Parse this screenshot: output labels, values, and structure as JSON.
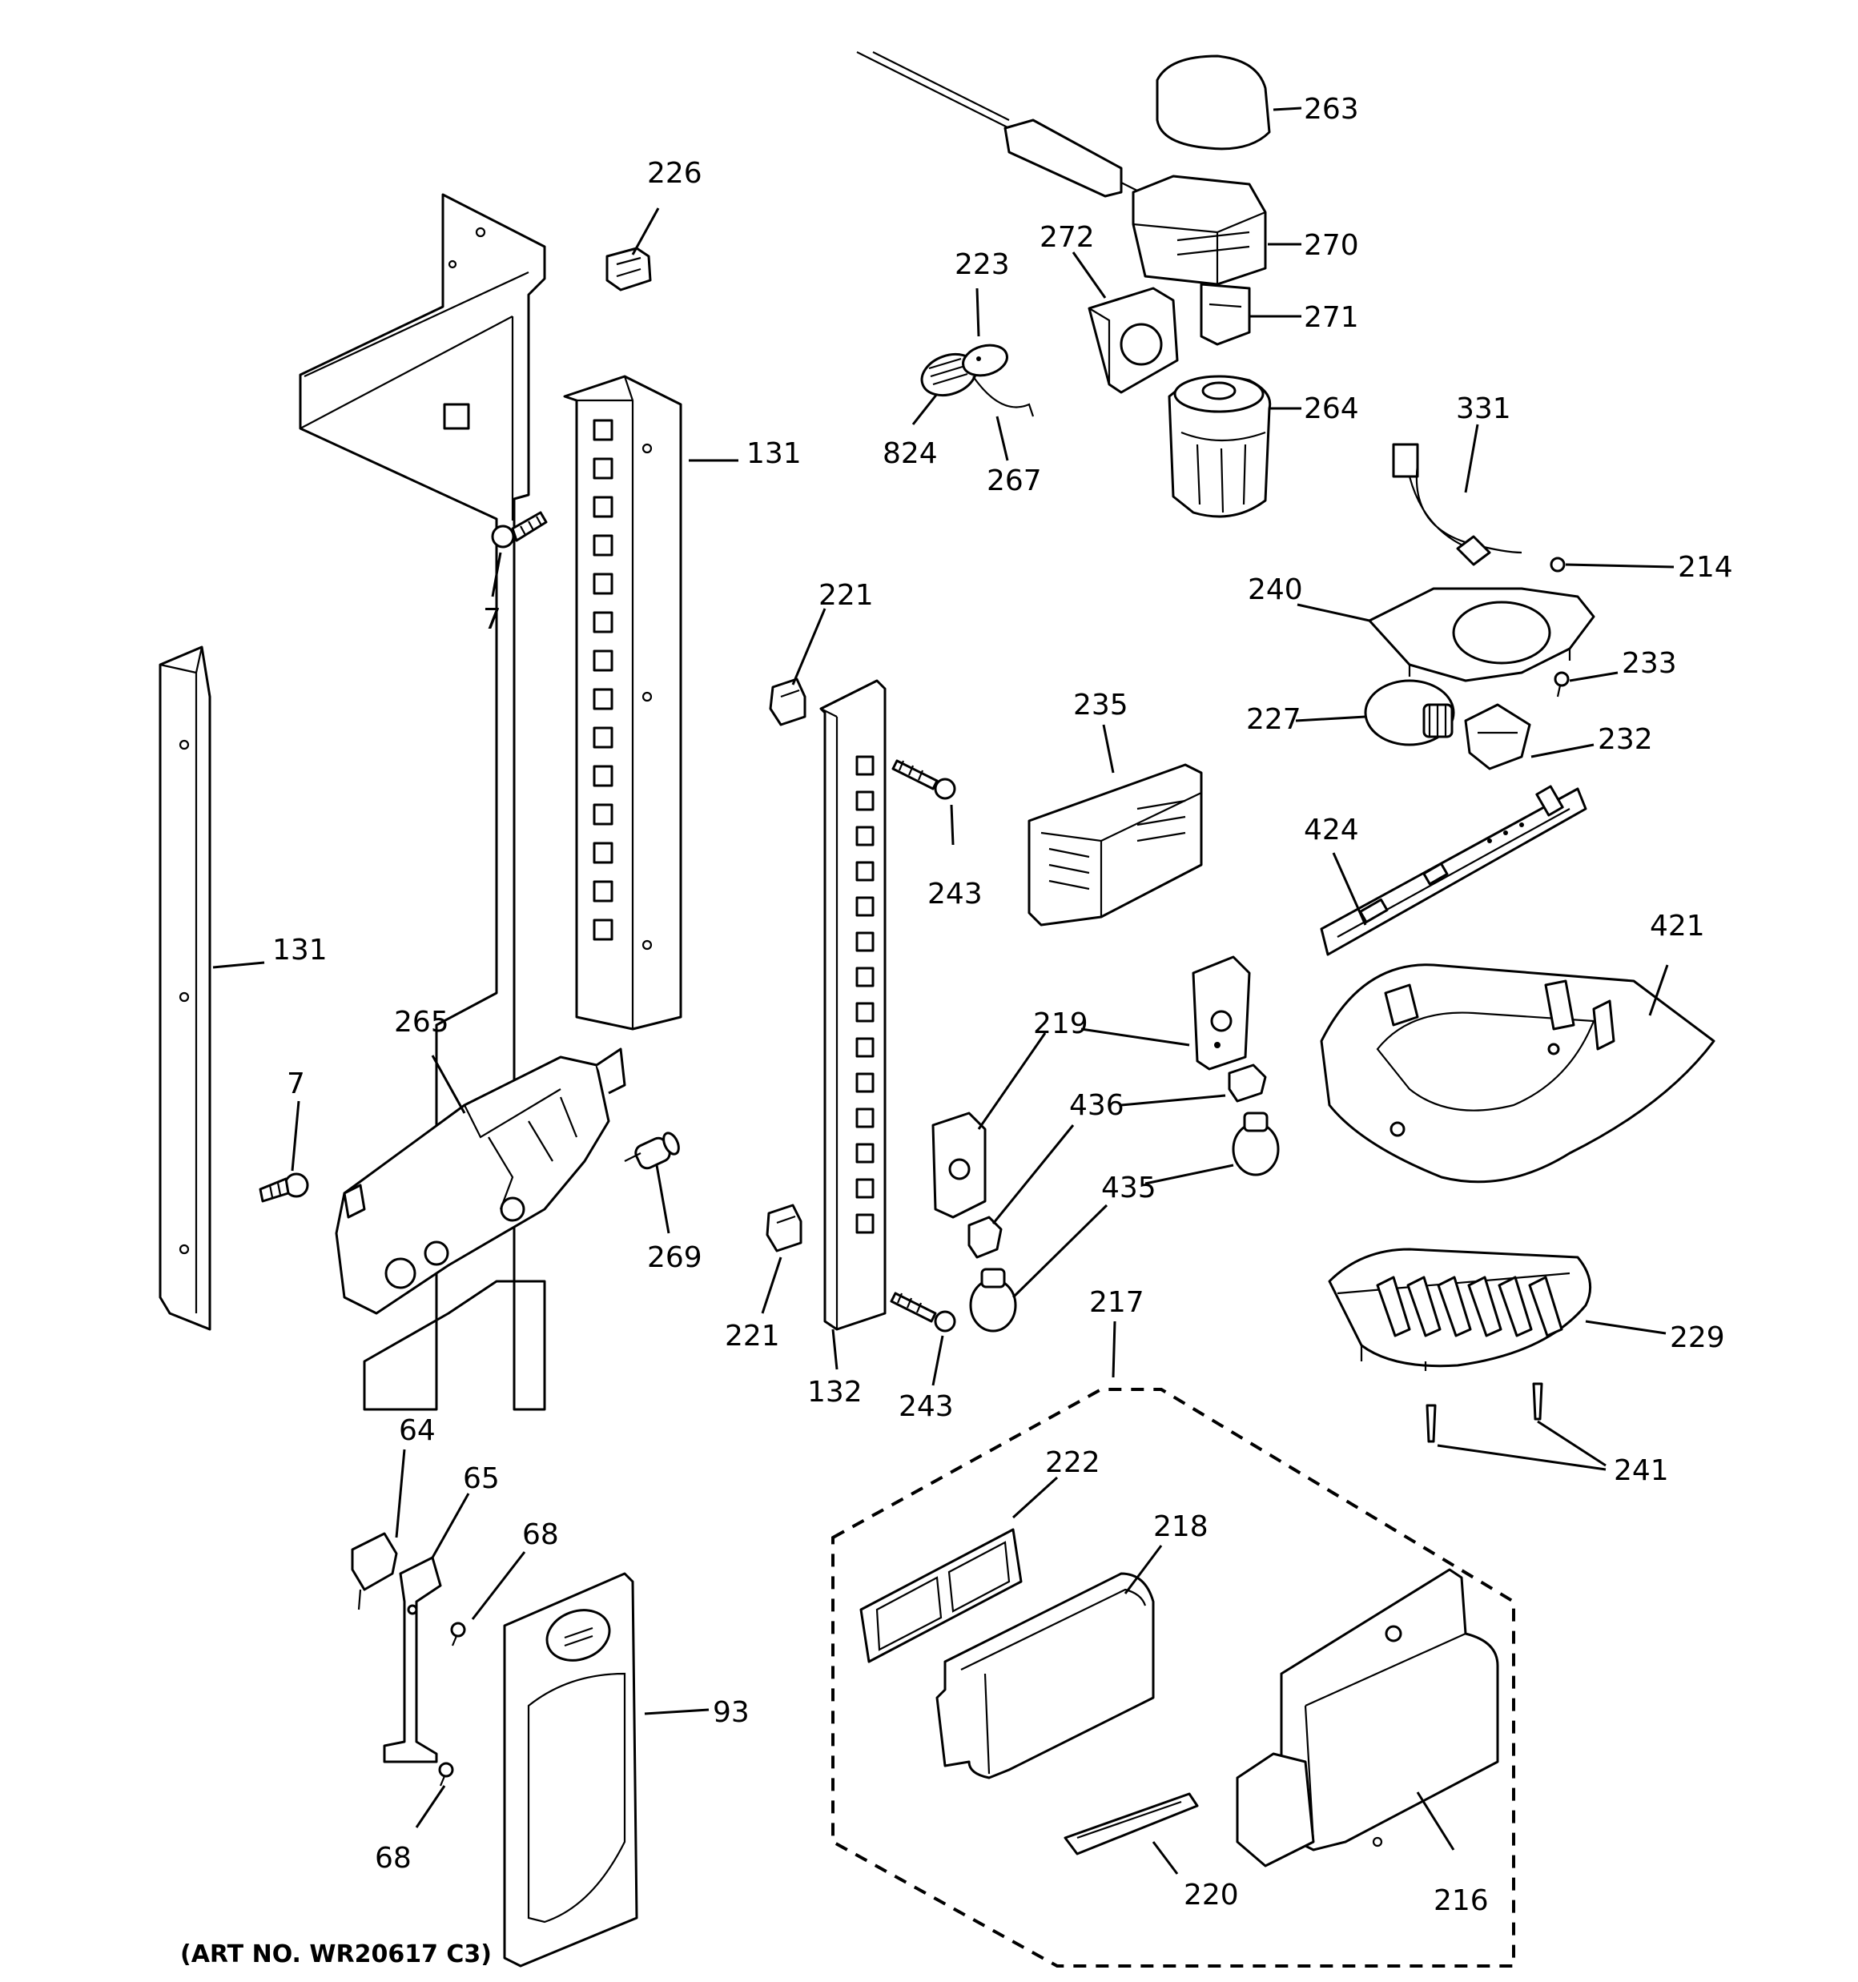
{
  "art_number": "(ART NO. WR20617 C3)",
  "callouts": [
    {
      "id": "c263",
      "text": "263"
    },
    {
      "id": "c226",
      "text": "226"
    },
    {
      "id": "c272",
      "text": "272"
    },
    {
      "id": "c270",
      "text": "270"
    },
    {
      "id": "c223",
      "text": "223"
    },
    {
      "id": "c271",
      "text": "271"
    },
    {
      "id": "c131a",
      "text": "131"
    },
    {
      "id": "c264",
      "text": "264"
    },
    {
      "id": "c331",
      "text": "331"
    },
    {
      "id": "c824",
      "text": "824"
    },
    {
      "id": "c267",
      "text": "267"
    },
    {
      "id": "c214",
      "text": "214"
    },
    {
      "id": "c7a",
      "text": "7"
    },
    {
      "id": "c221a",
      "text": "221"
    },
    {
      "id": "c240",
      "text": "240"
    },
    {
      "id": "c233",
      "text": "233"
    },
    {
      "id": "c235",
      "text": "235"
    },
    {
      "id": "c227",
      "text": "227"
    },
    {
      "id": "c232",
      "text": "232"
    },
    {
      "id": "c424",
      "text": "424"
    },
    {
      "id": "c243a",
      "text": "243"
    },
    {
      "id": "c421",
      "text": "421"
    },
    {
      "id": "c131b",
      "text": "131"
    },
    {
      "id": "c265",
      "text": "265"
    },
    {
      "id": "c219",
      "text": "219"
    },
    {
      "id": "c7b",
      "text": "7"
    },
    {
      "id": "c436",
      "text": "436"
    },
    {
      "id": "c435",
      "text": "435"
    },
    {
      "id": "c269",
      "text": "269"
    },
    {
      "id": "c217",
      "text": "217"
    },
    {
      "id": "c229",
      "text": "229"
    },
    {
      "id": "c221b",
      "text": "221"
    },
    {
      "id": "c132",
      "text": "132"
    },
    {
      "id": "c243b",
      "text": "243"
    },
    {
      "id": "c241",
      "text": "241"
    },
    {
      "id": "c64",
      "text": "64"
    },
    {
      "id": "c222",
      "text": "222"
    },
    {
      "id": "c65",
      "text": "65"
    },
    {
      "id": "c218",
      "text": "218"
    },
    {
      "id": "c68a",
      "text": "68"
    },
    {
      "id": "c93",
      "text": "93"
    },
    {
      "id": "c68b",
      "text": "68"
    },
    {
      "id": "c220",
      "text": "220"
    },
    {
      "id": "c216",
      "text": "216"
    }
  ]
}
